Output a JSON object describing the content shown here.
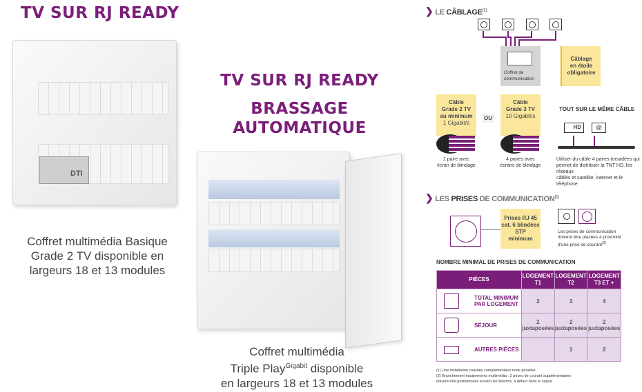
{
  "left": {
    "title": "TV SUR RJ READY",
    "caption": [
      "Coffret multimédia Basique",
      "Grade 2 TV disponible en",
      "largeurs 18 et 13 modules"
    ],
    "product_label": "DTI"
  },
  "middle": {
    "title1": "TV SUR RJ READY",
    "title2": "BRASSAGE",
    "title3": "AUTOMATIQUE",
    "caption1": "Coffret multimédia",
    "caption2a": "Triple Play",
    "caption2sup": "Gigabit",
    "caption2b": " disponible",
    "caption3": "en largeurs 18 et 13 modules"
  },
  "cablage": {
    "title_light": "LE ",
    "title_bold": "CÂBLAGE",
    "title_sup": "(1)",
    "coffret": [
      "Coffret de",
      "communication"
    ],
    "etoile": [
      "Câblage",
      "en étoile",
      "obligatoire"
    ],
    "grade2": [
      "Câble",
      "Grade 2 TV",
      "au minimum",
      "1 Gigabit/s"
    ],
    "ou": "OU",
    "grade3": [
      "Câble",
      "Grade 3 TV",
      "10 Gigabit/s"
    ],
    "grade2_caption": [
      "1 paire avec",
      "écran de blindage"
    ],
    "grade3_caption": [
      "4 paires avec",
      "écrans de blindage"
    ],
    "same_cable_title": "TOUT SUR LE MÊME CÂBLE",
    "hd": "HD",
    "at": "@",
    "same_cable_text": [
      "Utiliser du câble 4 paires torsadées qui",
      "permet de distribuer la TNT HD, les réseaux",
      "câblés et satellite, internet et le téléphone"
    ]
  },
  "prises": {
    "title_light1": "LES ",
    "title_bold": "PRISES",
    "title_light2": " DE COMMUNICATION",
    "title_sup": "(1)",
    "rj45": [
      "Prises RJ 45",
      "cat. 6 blindées",
      "STP",
      "minimum"
    ],
    "proximity": [
      "Les prises de communication",
      "doivent être placées à proximité",
      "d'une prise de courant"
    ],
    "proximity_sup": "(2)"
  },
  "table": {
    "title": "NOMBRE MINIMAL DE PRISES DE COMMUNICATION",
    "headers": [
      "PIÈCES",
      "LOGEMENT T1",
      "LOGEMENT T2",
      "LOGEMENT T3 ET +"
    ],
    "rows": [
      {
        "label": "TOTAL MINIMUM PAR LOGEMENT",
        "icon": "house-icon",
        "t1": "2",
        "t2": "3",
        "t3": "4"
      },
      {
        "label": "SÉJOUR",
        "icon": "sofa-icon",
        "t1": "2 juxtaposées",
        "t2": "2 juxtaposées",
        "t3": "2 juxtaposées"
      },
      {
        "label": "AUTRES PIÈCES",
        "icon": "bed-icon",
        "t1": "",
        "t2": "1",
        "t3": "2"
      }
    ]
  },
  "footnotes": [
    "(1) Une installation coaxiale complémentaire reste possible",
    "(2) Branchement équipements multimédia : 2 prises de courant supplémentaires",
    "doivent être positionnées suivant les besoins, à défaut dans le séjour"
  ],
  "colors": {
    "purple": "#7b1e7a",
    "yellow": "#fbe79c",
    "orange": "#f5b800"
  }
}
